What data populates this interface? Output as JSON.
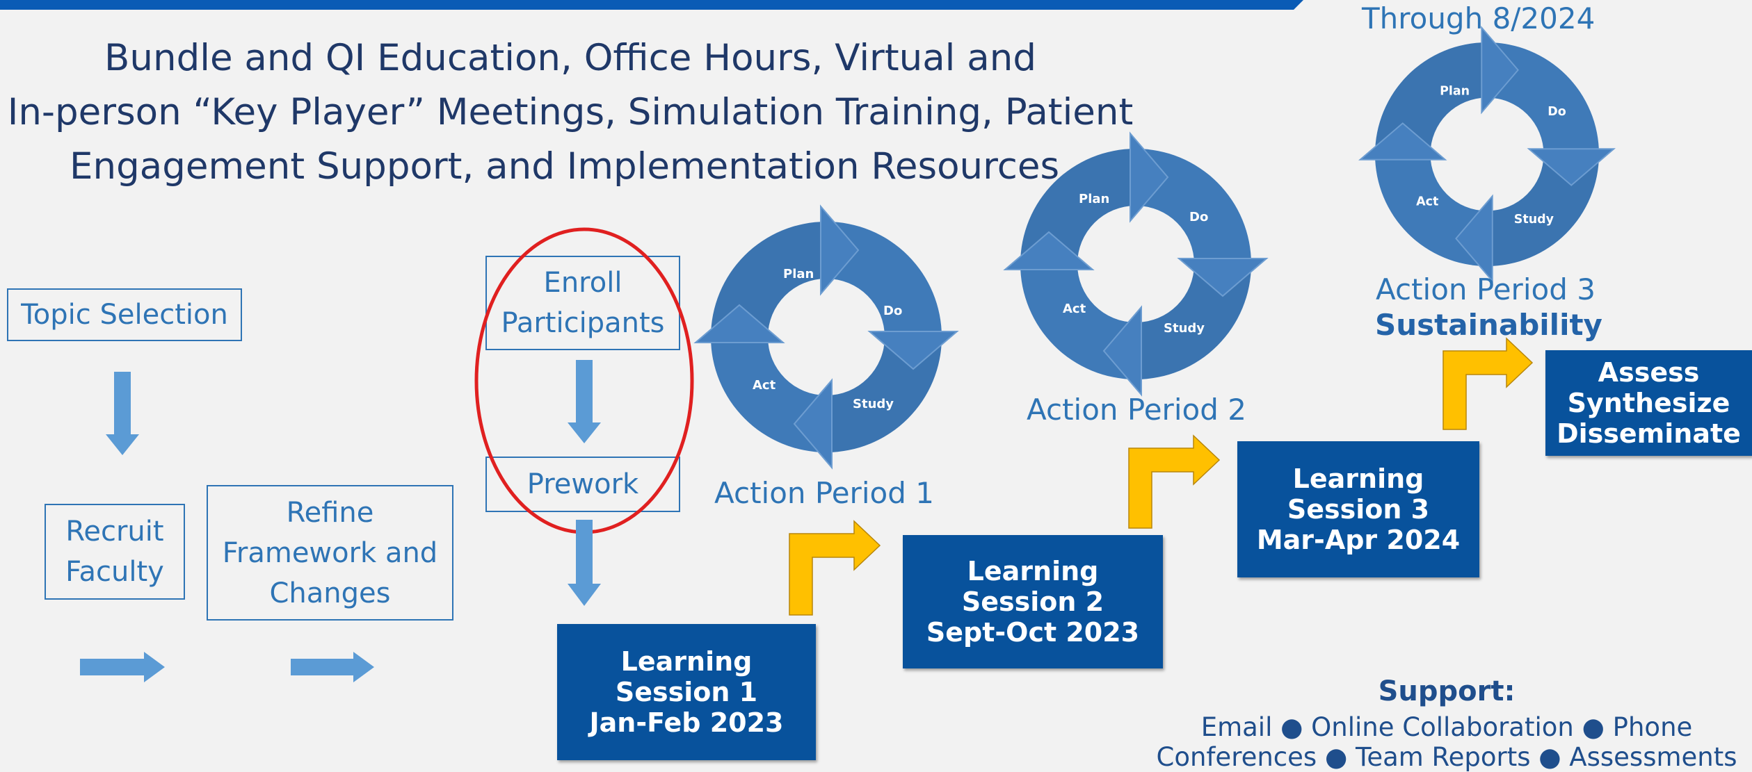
{
  "header": {
    "through_date": "Through 8/2024",
    "lines": [
      "Bundle and QI Education, Office Hours, Virtual and",
      "In-person “Key Player” Meetings, Simulation Training, Patient",
      "Engagement Support, and Implementation Resources."
    ]
  },
  "prework": {
    "topic_selection": "Topic Selection",
    "recruit_faculty": "Recruit\nFaculty",
    "refine_framework": "Refine\nFramework and\nChanges",
    "enroll_participants": "Enroll\nParticipants",
    "prework": "Prework"
  },
  "pdsa_labels": {
    "plan": "Plan",
    "do": "Do",
    "study": "Study",
    "act": "Act"
  },
  "action_periods": {
    "ap1": "Action Period 1",
    "ap2": "Action Period 2",
    "ap3": "Action Period 3",
    "ap3_sub": "Sustainability"
  },
  "learning_sessions": [
    "Learning\nSession 1\nJan-Feb 2023",
    "Learning\nSession 2\nSept-Oct 2023",
    "Learning\nSession 3\nMar-Apr 2024"
  ],
  "final_box": "Assess\nSynthesize\nDisseminate",
  "support": {
    "title": "Support:",
    "line1": "Email ●  Online Collaboration ●  Phone",
    "line2": "Conferences ● Team Reports ● Assessments"
  },
  "colors": {
    "cycle_blue": "#3f7ab8",
    "dark_box": "#08529c",
    "step_arrow": "#ffc000",
    "flow_arrow": "#5b9bd5",
    "highlight_ellipse": "#e02020"
  }
}
